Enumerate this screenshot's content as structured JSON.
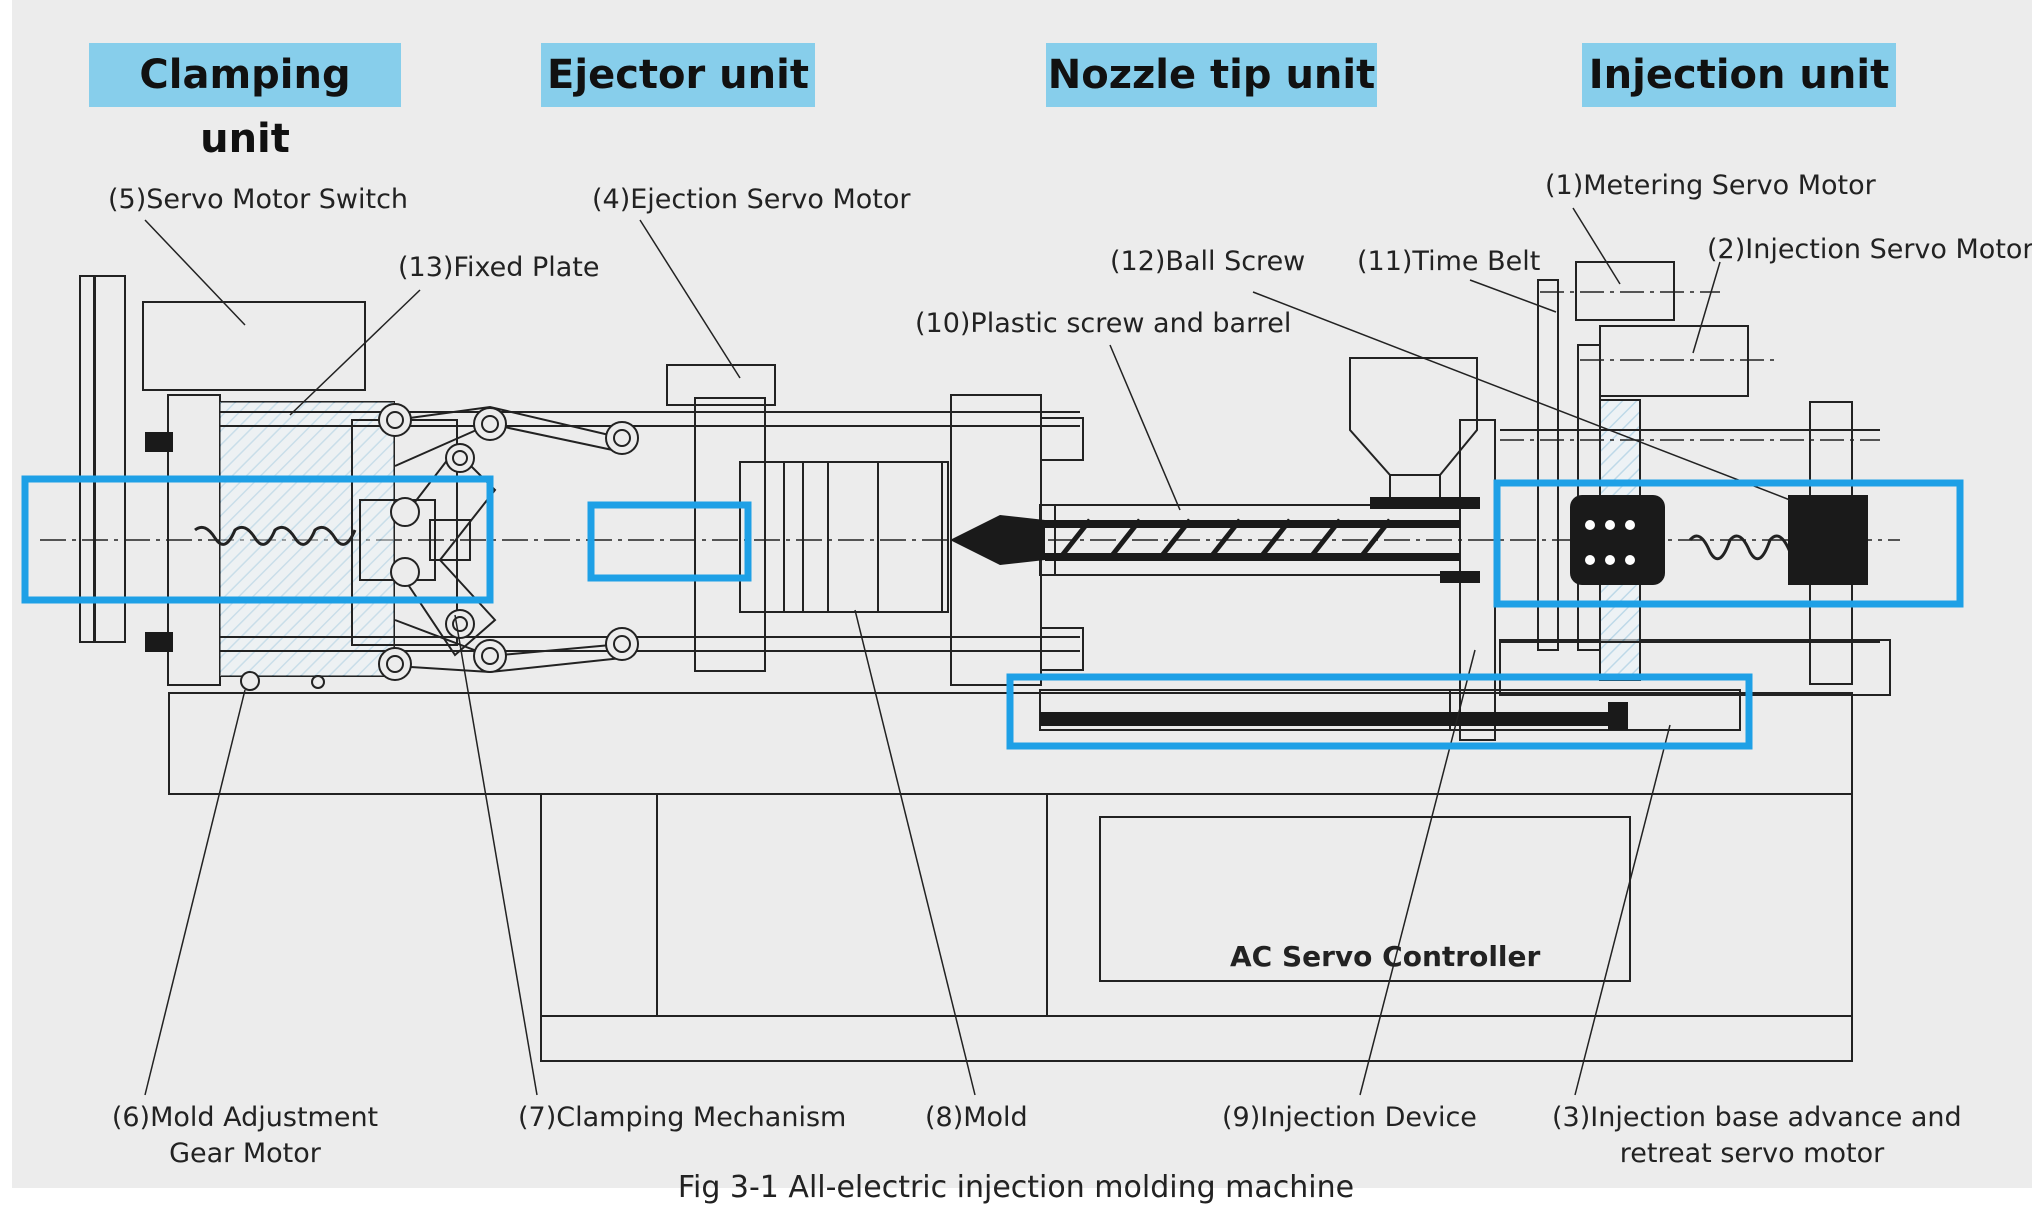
{
  "units": {
    "clamping": "Clamping unit",
    "ejector": "Ejector unit",
    "nozzle": "Nozzle tip unit",
    "injection": "Injection unit"
  },
  "callouts": {
    "servo_motor_switch": "(5)Servo Motor Switch",
    "ejection_servo_motor": "(4)Ejection Servo Motor",
    "fixed_plate": "(13)Fixed Plate",
    "plastic_screw_barrel": "(10)Plastic screw and barrel",
    "ball_screw": "(12)Ball Screw",
    "time_belt": "(11)Time Belt",
    "metering_servo_motor": "(1)Metering Servo Motor",
    "injection_servo_motor": "(2)Injection Servo Motor",
    "mold_adjustment_1": "(6)Mold Adjustment",
    "mold_adjustment_2": "Gear Motor",
    "clamping_mechanism": "(7)Clamping Mechanism",
    "mold": "(8)Mold",
    "injection_device": "(9)Injection Device",
    "base_servo_1": "(3)Injection base advance and",
    "base_servo_2": "retreat servo motor"
  },
  "controller_label": "AC Servo Controller",
  "caption": "Fig 3-1 All-electric injection molding machine",
  "colors": {
    "background": "#ececec",
    "unit_label_bg": "#87ceeb",
    "highlight": "#1ea0e6",
    "line": "#222222",
    "hatch": "#9fcde6"
  }
}
